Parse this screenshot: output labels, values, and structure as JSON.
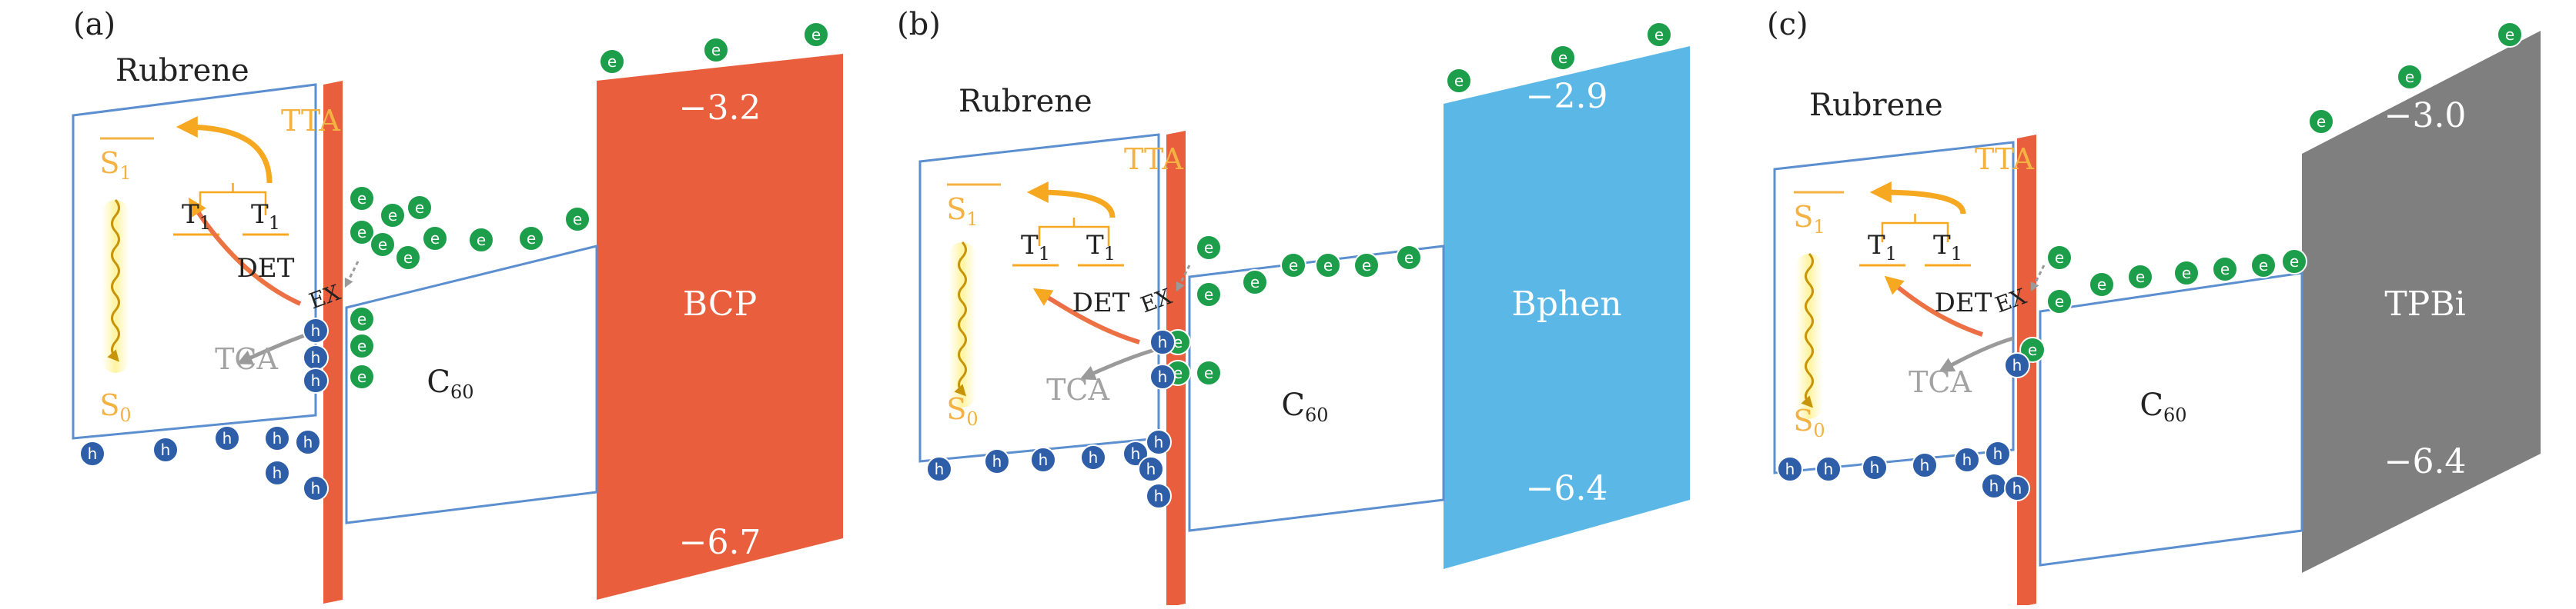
{
  "panels": [
    {
      "label": "(a)",
      "rubrene_label": "Rubrene",
      "s1_main": "S",
      "s1_sub": "1",
      "s0_main": "S",
      "s0_sub": "0",
      "t1_main": "T",
      "t1_sub": "1",
      "tta": "TTA",
      "det": "DET",
      "ex": "EX",
      "tca": "TCA",
      "c60_main": "C",
      "c60_sub": "60",
      "etl_name": "BCP",
      "etl_top": "−3.2",
      "etl_bottom": "−6.7",
      "etl_color": "#e95e3c",
      "electron_symbol": "e",
      "hole_symbol": "h"
    },
    {
      "label": "(b)",
      "rubrene_label": "Rubrene",
      "s1_main": "S",
      "s1_sub": "1",
      "s0_main": "S",
      "s0_sub": "0",
      "t1_main": "T",
      "t1_sub": "1",
      "tta": "TTA",
      "det": "DET",
      "ex": "EX",
      "tca": "TCA",
      "c60_main": "C",
      "c60_sub": "60",
      "etl_name": "Bphen",
      "etl_top": "−2.9",
      "etl_bottom": "−6.4",
      "etl_color": "#5ab7e6",
      "electron_symbol": "e",
      "hole_symbol": "h"
    },
    {
      "label": "(c)",
      "rubrene_label": "Rubrene",
      "s1_main": "S",
      "s1_sub": "1",
      "s0_main": "S",
      "s0_sub": "0",
      "t1_main": "T",
      "t1_sub": "1",
      "tta": "TTA",
      "det": "DET",
      "ex": "EX",
      "tca": "TCA",
      "c60_main": "C",
      "c60_sub": "60",
      "etl_name": "TPBi",
      "etl_top": "−3.0",
      "etl_bottom": "−6.4",
      "etl_color": "#7f7f7f",
      "electron_symbol": "e",
      "hole_symbol": "h"
    }
  ],
  "colors": {
    "electron": "#1d9e4a",
    "hole": "#2e5ea8",
    "interface": "#e95e3c",
    "box_border": "#5b8fcf",
    "singlet": "#f3b242",
    "tta_arrow": "#f6a821",
    "tca_arrow": "#9a9a9a"
  }
}
